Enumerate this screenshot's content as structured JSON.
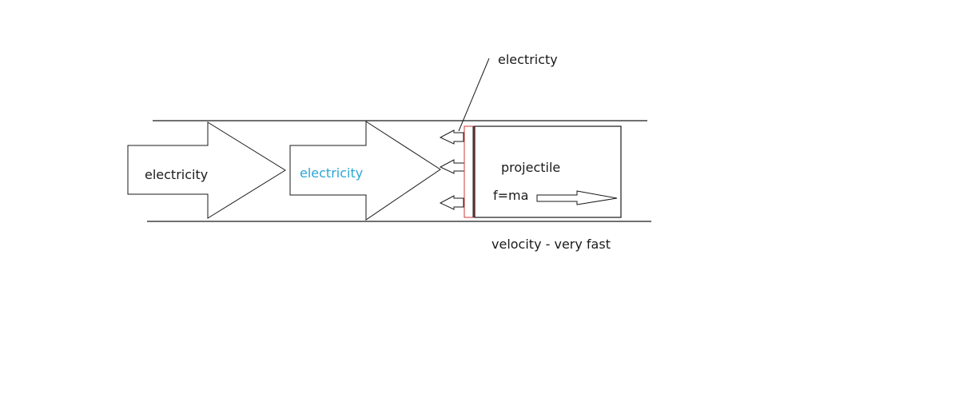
{
  "diagram": {
    "arrow1_label": "electricity",
    "arrow2_label": "electricity",
    "arrow2_label_color": "#2aa6d6",
    "callout_label": "electricty",
    "projectile_label": "projectile",
    "formula_label": "f=ma",
    "velocity_label": "velocity - very fast",
    "plate_color": "#cc3b3b",
    "line_color": "#1a1a1a"
  }
}
